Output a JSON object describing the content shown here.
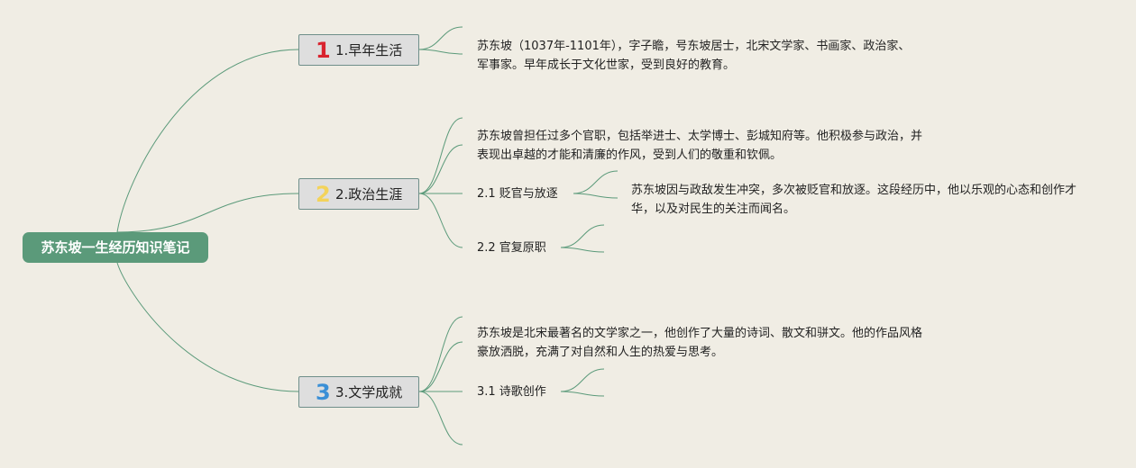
{
  "root": {
    "title": "苏东坡一生经历知识笔记"
  },
  "colors": {
    "line": "#5b9a7a",
    "background": "#f0ede4",
    "branch_fill": "#dedede",
    "branch_border": "#6f8f8a",
    "number_red": "#d9232e",
    "number_yellow": "#f3d35a",
    "number_blue": "#3a8fd6"
  },
  "branches": [
    {
      "number": "1",
      "label": "1.早年生活",
      "note": "苏东坡（1037年-1101年），字子瞻，号东坡居士，北宋文学家、书画家、政治家、军事家。早年成长于文化世家，受到良好的教育。",
      "subs": []
    },
    {
      "number": "2",
      "label": "2.政治生涯",
      "note": "苏东坡曾担任过多个官职，包括举进士、太学博士、彭城知府等。他积极参与政治，并表现出卓越的才能和清廉的作风，受到人们的敬重和钦佩。",
      "subs": [
        {
          "label": "2.1 贬官与放逐",
          "note": "苏东坡因与政敌发生冲突，多次被贬官和放逐。这段经历中，他以乐观的心态和创作才华，以及对民生的关注而闻名。"
        },
        {
          "label": "2.2 官复原职",
          "note": ""
        }
      ]
    },
    {
      "number": "3",
      "label": "3.文学成就",
      "note": "苏东坡是北宋最著名的文学家之一，他创作了大量的诗词、散文和骈文。他的作品风格豪放洒脱，充满了对自然和人生的热爱与思考。",
      "subs": [
        {
          "label": "3.1 诗歌创作",
          "note": ""
        }
      ]
    }
  ]
}
